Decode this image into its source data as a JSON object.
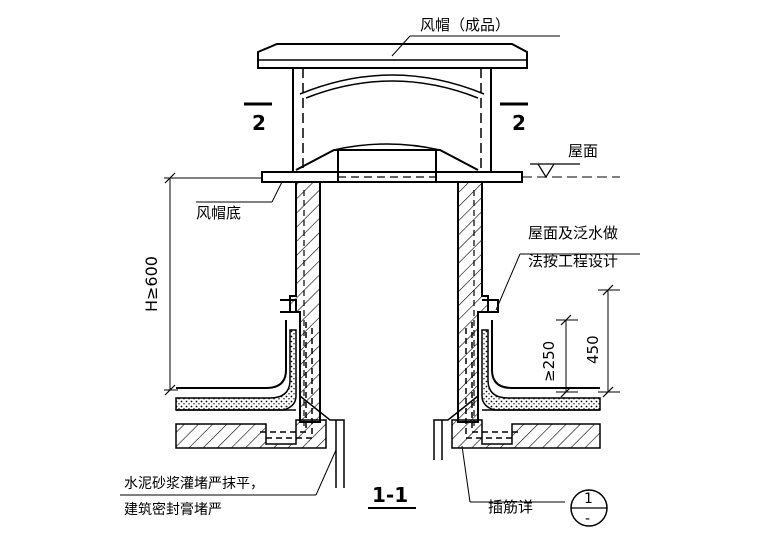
{
  "labels": {
    "cap": "风帽（成品）",
    "section_mark": "2",
    "roof_surface": "屋面",
    "cap_base": "风帽底",
    "height_min": "H≥600",
    "waterproof_line1": "屋面及泛水做",
    "waterproof_line2": "法按工程设计",
    "dim_250": "≥250",
    "dim_450": "450",
    "mortar_line1": "水泥砂浆灌堵严抹平，",
    "mortar_line2": "建筑密封膏堵严",
    "section_title": "1-1",
    "rebar_detail": "插筋详",
    "detail_number": "1",
    "detail_sheet": "-"
  }
}
